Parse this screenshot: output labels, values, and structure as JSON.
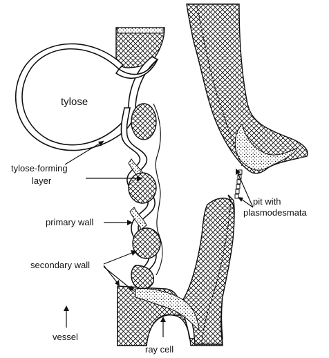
{
  "labels": {
    "tylose": "tylose",
    "tylose_forming_1": "tylose-forming",
    "tylose_forming_2": "layer",
    "primary_wall": "primary wall",
    "secondary_wall": "secondary wall",
    "pit_1": "pit with",
    "pit_2": "plasmodesmata",
    "vessel": "vessel",
    "ray_cell": "ray cell"
  }
}
